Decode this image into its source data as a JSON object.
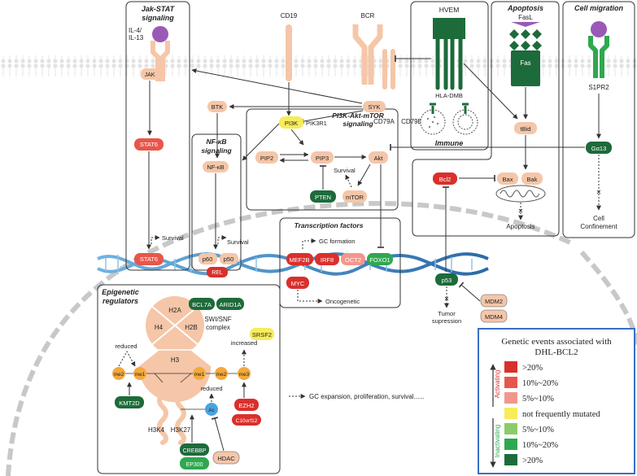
{
  "panels": {
    "jak_stat": {
      "title": [
        "Jak-STAT",
        "signaling"
      ]
    },
    "nfkb": {
      "title": [
        "NF-κB",
        "signaling"
      ]
    },
    "pi3k": {
      "title": [
        "PI3K-Akt-mTOR",
        "signaling"
      ]
    },
    "immune": {
      "title": "Immune"
    },
    "apoptosis": {
      "title": "Apoptosis"
    },
    "migration": {
      "title": "Cell migration"
    },
    "tf": {
      "title": "Transcription factors"
    },
    "epigenetic": {
      "title": [
        "Epigenetic",
        "regulators"
      ]
    }
  },
  "nodes": {
    "il4": "IL-4/",
    "il13": "IL-13",
    "jak": "JAK",
    "stat6_cyto": "STAT6",
    "stat6_nuc": "STAT6",
    "cd19": "CD19",
    "bcr": "BCR",
    "btk": "BTK",
    "syk": "SYK",
    "cd79a": "CD79A",
    "cd79b": "CD79B",
    "pi3k": "PI3K",
    "pik3r1": "PIK3R1",
    "pip2": "PIP2",
    "pip3": "PIP3",
    "akt": "Akt",
    "pten": "PTEN",
    "mtor": "mTOR",
    "nfkb": "NF-κB",
    "p60": "p60",
    "p50": "p50",
    "rel": "REL",
    "hvem": "HVEM",
    "hla_dmb": "HLA-DMB",
    "fasl": "FasL",
    "fas": "Fas",
    "tbid": "tBid",
    "bcl2": "Bcl2",
    "bax": "Bax",
    "bak": "Bak",
    "apoptosis": "Apoptosis",
    "s1pr2": "S1PR2",
    "ga13": "Gα13",
    "cell_confinement": [
      "Cell",
      "Confinement"
    ],
    "mef2b": "MEF2B",
    "irf8": "IRF8",
    "oct2": "OCT2",
    "foxo1": "FOXO1",
    "myc": "MYC",
    "p53": "p53",
    "mdm2": "MDM2",
    "mdm4": "MDM4",
    "bcl7a": "BCL7A",
    "arid1a": "ARID1A",
    "srsf2": "SRSF2",
    "h2a": "H2A",
    "h2b": "H2B",
    "h3": "H3",
    "h4": "H4",
    "swi_snf": [
      "SWI/SNF",
      "complex"
    ],
    "me2_a": "me2",
    "me1_a": "me1",
    "me1_b": "me1",
    "me2_b": "me2",
    "me3": "me3",
    "ac": "Ac",
    "kmt2d": "KMT2D",
    "ezh2": "EZH2",
    "c10orf12": "C10orf12",
    "crebbp": "CREBBP",
    "ep300": "EP300",
    "hdac": "HDAC",
    "h3k4": "H3K4",
    "h3k27": "H3K27"
  },
  "labels": {
    "survival_1": "Survival",
    "survival_2": "Survival",
    "survival_3": "Survival",
    "gc_formation": "GC formation",
    "oncogenetic": "Oncogenetic",
    "tumor_supression": [
      "Tumor",
      "supression"
    ],
    "reduced_1": "reduced",
    "reduced_2": "reduced",
    "increased": "increased",
    "gc_expansion": "GC expansion, proliferation, survival......"
  },
  "legend": {
    "title": [
      "Genetic events associated with",
      "DHL-BCL2"
    ],
    "activating_label": "Activating",
    "inactivating_label": "Inactivating",
    "items": [
      {
        "label": ">20%",
        "color": "#d9302c"
      },
      {
        "label": "10%~20%",
        "color": "#e8564a"
      },
      {
        "label": "5%~10%",
        "color": "#f2968c"
      },
      {
        "label": "not frequently mutated",
        "color": "#f7ec5a"
      },
      {
        "label": "5%~10%",
        "color": "#8bcb6a"
      },
      {
        "label": "10%~20%",
        "color": "#2fa84f"
      },
      {
        "label": ">20%",
        "color": "#1d6b3a"
      }
    ]
  },
  "colors": {
    "peach": "#f5c6a8",
    "red_dark": "#d9302c",
    "red_mid": "#e8564a",
    "red_light": "#f2968c",
    "yellow": "#f7ec5a",
    "green_dark": "#1d6b3a",
    "green_mid": "#2fa84f",
    "orange": "#f3a93c",
    "blue": "#4aa3df",
    "purple": "#9b59b6",
    "legend_border": "#3a6fc4"
  }
}
